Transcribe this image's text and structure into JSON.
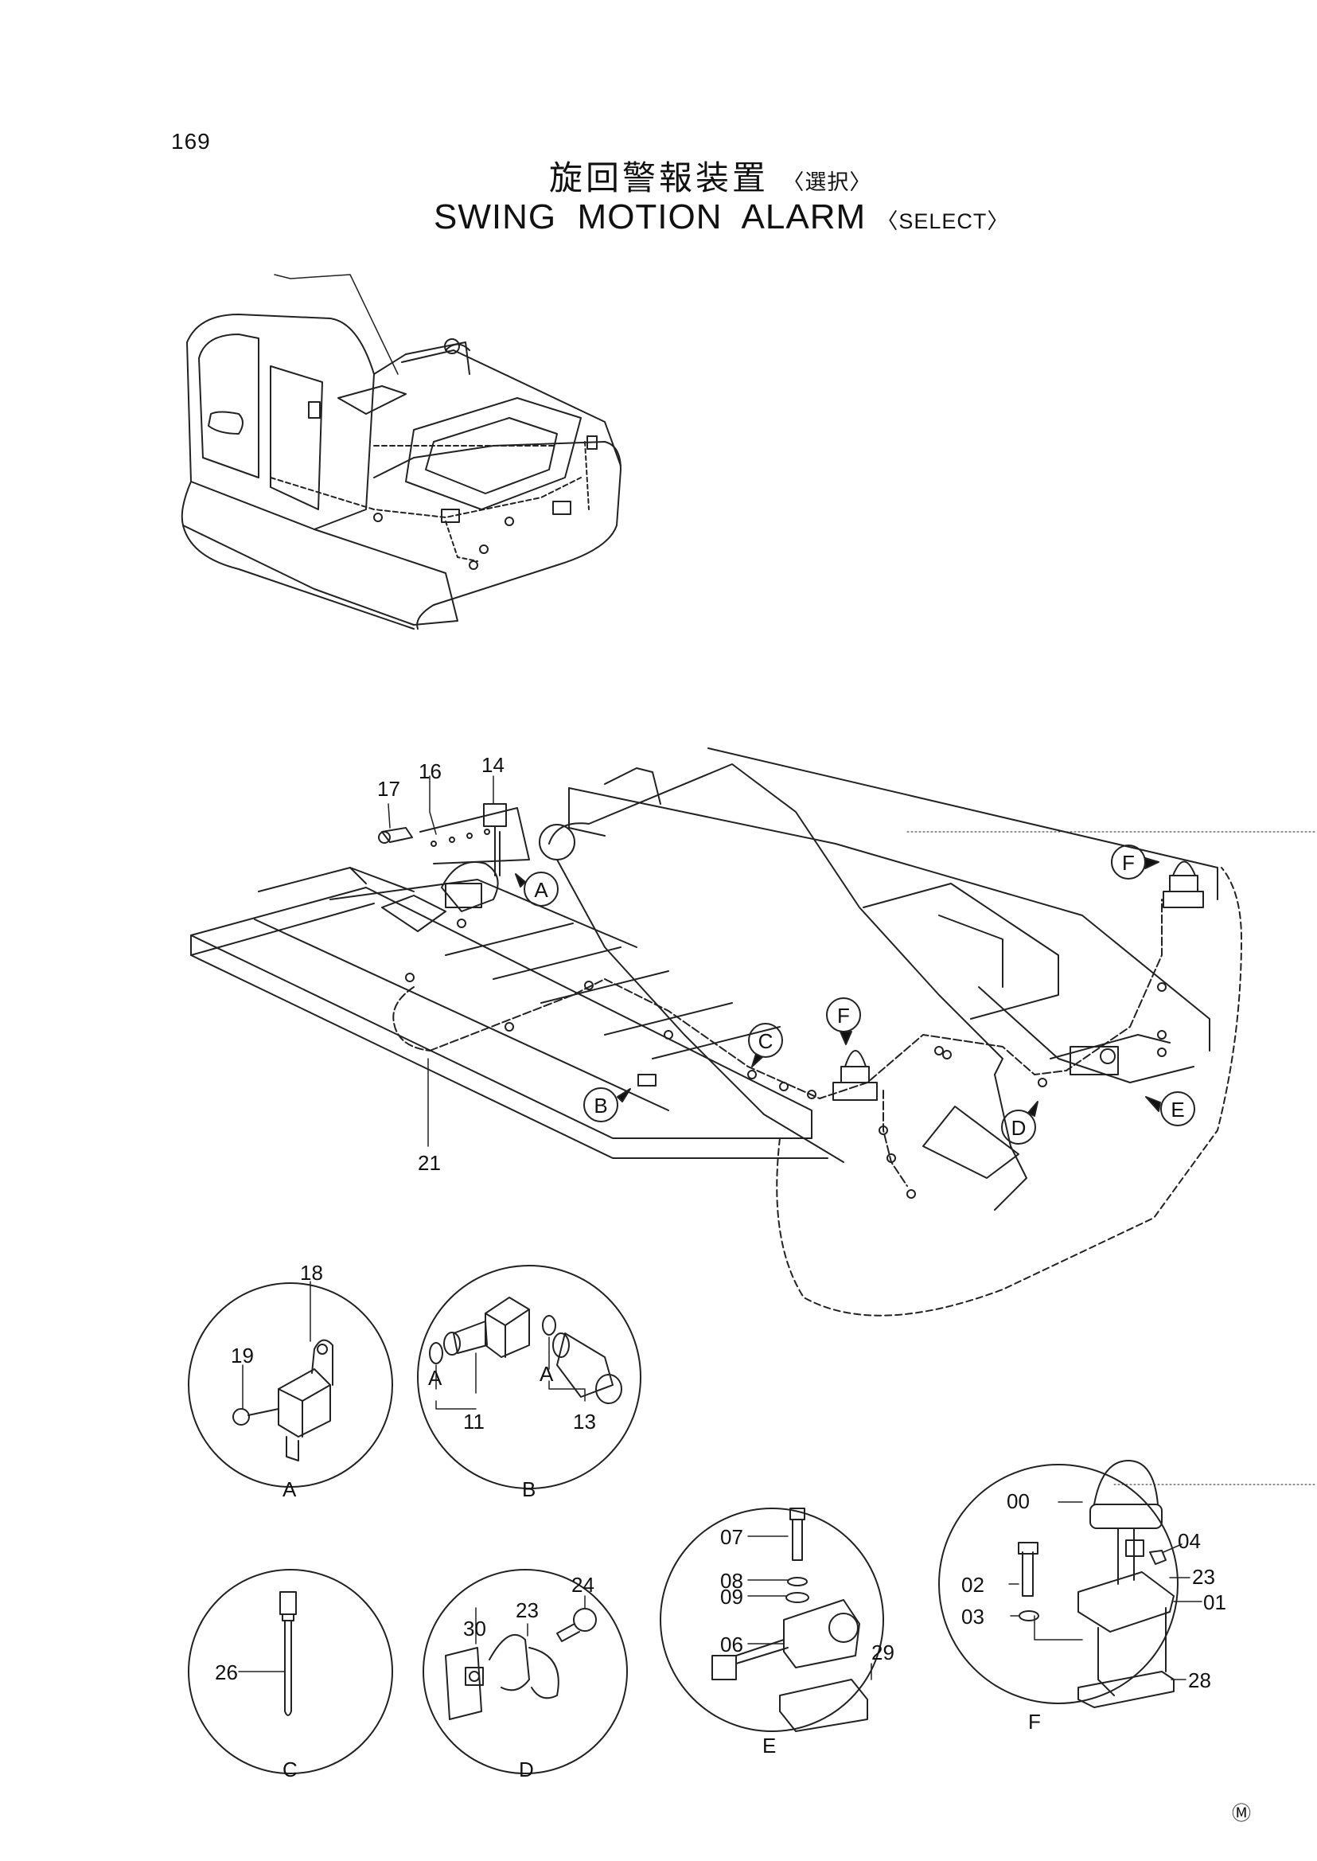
{
  "page_number": "169",
  "title": {
    "jp": "旋回警報装置",
    "jp_sub": "〈選択〉",
    "en": "SWING  MOTION  ALARM",
    "en_sub": "〈SELECT〉"
  },
  "main_view": {
    "part_numbers": [
      "17",
      "16",
      "14",
      "21"
    ],
    "callouts": [
      "A",
      "B",
      "C",
      "D",
      "E",
      "F",
      "F"
    ]
  },
  "detail_views": {
    "A": {
      "label": "A",
      "parts": [
        "18",
        "19"
      ]
    },
    "B": {
      "label": "B",
      "parts": [
        "A",
        "11",
        "A",
        "13"
      ]
    },
    "C": {
      "label": "C",
      "parts": [
        "26"
      ]
    },
    "D": {
      "label": "D",
      "parts": [
        "23",
        "24",
        "30"
      ]
    },
    "E": {
      "label": "E",
      "parts": [
        "07",
        "08",
        "09",
        "06",
        "29"
      ]
    },
    "F": {
      "label": "F",
      "parts": [
        "00",
        "04",
        "23",
        "02",
        "01",
        "03",
        "28"
      ]
    }
  },
  "corner_mark": "Ⓜ"
}
